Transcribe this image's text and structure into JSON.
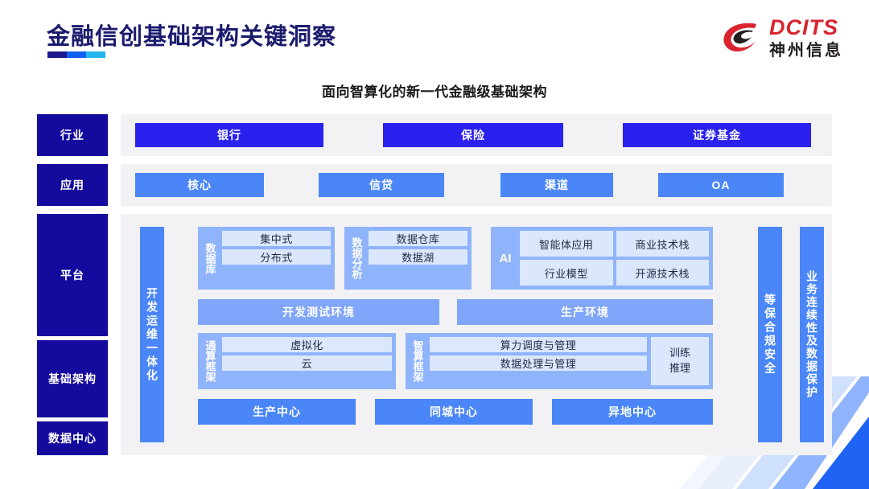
{
  "header": {
    "title": "金融信创基础架构关键洞察",
    "logo": {
      "en": "DCITS",
      "cn": "神州信息"
    }
  },
  "subtitle": "面向智算化的新一代金融级基础架构",
  "diagram": {
    "left_labels": {
      "industry": "行业",
      "application": "应用",
      "platform": "平台",
      "infrastructure": "基础架构",
      "datacenter": "数据中心"
    },
    "industry_items": [
      "银行",
      "保险",
      "证券基金"
    ],
    "application_items": [
      "核心",
      "信贷",
      "渠道",
      "OA"
    ],
    "devops_bar": "开发运维一体化",
    "security_bar": "等保合规安全",
    "continuity_bar": "业务连续性及数据保护",
    "database": {
      "title": "数据库",
      "cells": [
        "集中式",
        "分布式"
      ]
    },
    "data_analysis": {
      "title": "数据分析",
      "cells": [
        "数据仓库",
        "数据湖"
      ]
    },
    "ai": {
      "title": "AI",
      "cells": [
        "智能体应用",
        "商业技术栈",
        "行业模型",
        "开源技术栈"
      ]
    },
    "environments": [
      "开发测试环境",
      "生产环境"
    ],
    "general_compute": {
      "title": "通算框架",
      "cells": [
        "虚拟化",
        "云"
      ]
    },
    "intelligent_compute": {
      "title": "智算框架",
      "cells": [
        "算力调度与管理",
        "数据处理与管理"
      ],
      "side_top": "训练",
      "side_bottom": "推理"
    },
    "datacenters": [
      "生产中心",
      "同城中心",
      "异地中心"
    ]
  },
  "colors": {
    "navy": "#140a9e",
    "brand_blue": "#2a21ef",
    "light_blue": "#4a86f7",
    "pale_blue": "#8fb4fb",
    "cell_blue": "#dbe7fd",
    "band_gray": "#f2f2f4",
    "logo_red": "#d9232e",
    "title_navy": "#1b1b6e"
  }
}
